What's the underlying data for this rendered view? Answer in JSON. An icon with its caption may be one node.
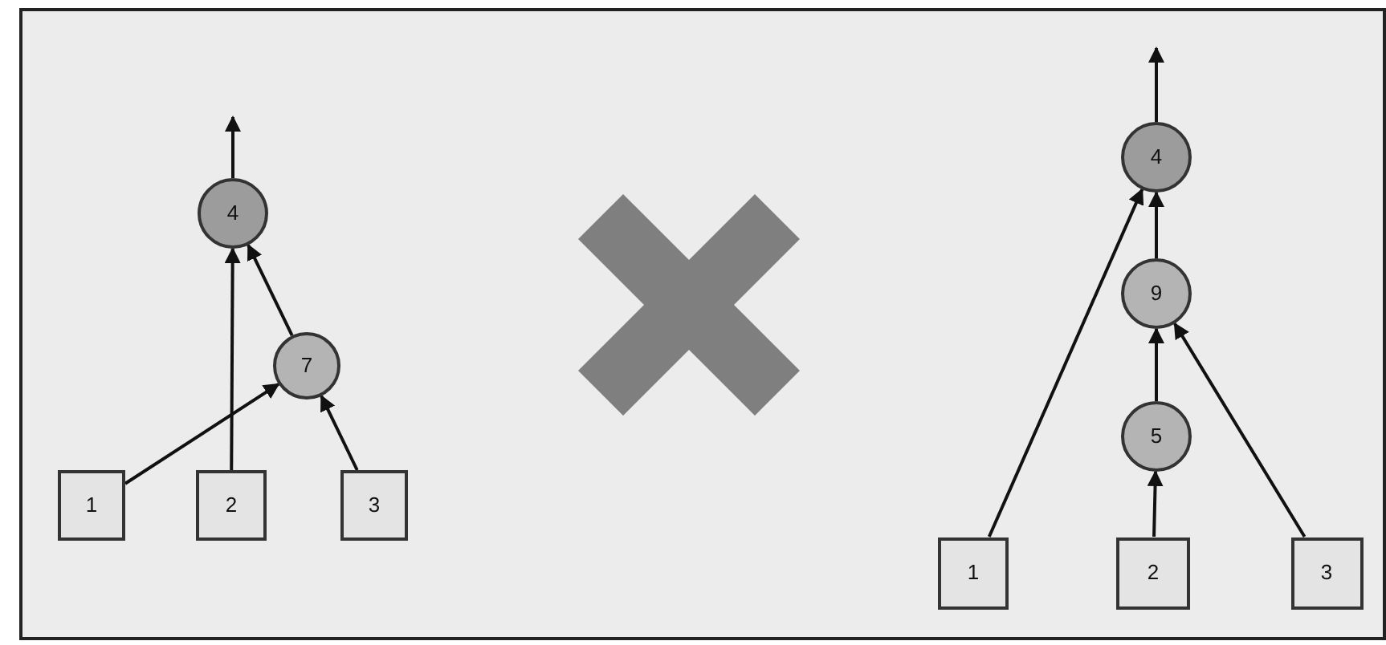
{
  "diagram": {
    "nodes": [
      {
        "text": [
          "4"
        ]
      },
      {
        "text": [
          "7"
        ]
      },
      {
        "text": [
          "1"
        ]
      },
      {
        "text": [
          "2"
        ]
      },
      {
        "text": [
          "3"
        ]
      },
      {
        "text": [
          "4"
        ]
      },
      {
        "text": [
          "9"
        ]
      },
      {
        "text": [
          "5"
        ]
      },
      {
        "text": [
          "1"
        ]
      },
      {
        "text": [
          "2"
        ]
      },
      {
        "text": [
          "3"
        ]
      },
      {
        "text": [],
        "shape": "cross"
      }
    ],
    "edges": [
      {
        "from": 0,
        "to": null,
        "arrow": "to"
      },
      {
        "from": 1,
        "to": 0,
        "arrow": "to"
      },
      {
        "from": 3,
        "to": 0,
        "arrow": "to"
      },
      {
        "from": 2,
        "to": 1,
        "arrow": "to"
      },
      {
        "from": 4,
        "to": 1,
        "arrow": "to"
      },
      {
        "from": 5,
        "to": null,
        "arrow": "to"
      },
      {
        "from": 6,
        "to": 5,
        "arrow": "to"
      },
      {
        "from": 8,
        "to": 5,
        "arrow": "to"
      },
      {
        "from": 7,
        "to": 6,
        "arrow": "to"
      },
      {
        "from": 10,
        "to": 6,
        "arrow": "to"
      },
      {
        "from": 9,
        "to": 7,
        "arrow": "to"
      }
    ]
  }
}
